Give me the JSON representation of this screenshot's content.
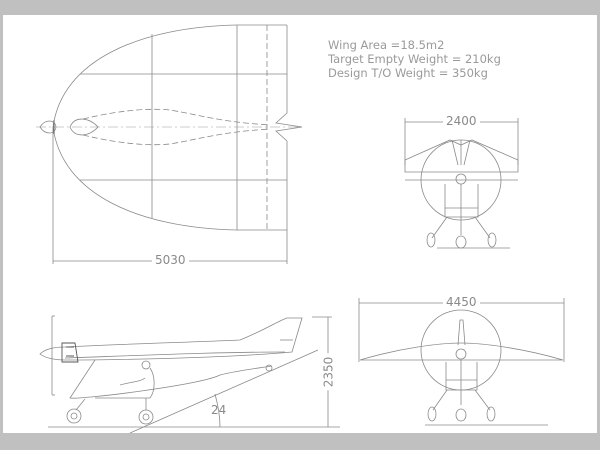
{
  "specs": {
    "wing_area": "Wing Area =18.5m2",
    "empty_weight": "Target Empty Weight = 210kg",
    "takeoff_weight": "Design T/O Weight = 350kg"
  },
  "dimensions": {
    "length": "5030",
    "front_width": "2400",
    "span": "4450",
    "height": "2350",
    "angle": "24"
  },
  "colors": {
    "frame": "#c0c0c0",
    "sheet": "#ffffff",
    "line": "#8a8a8a"
  }
}
